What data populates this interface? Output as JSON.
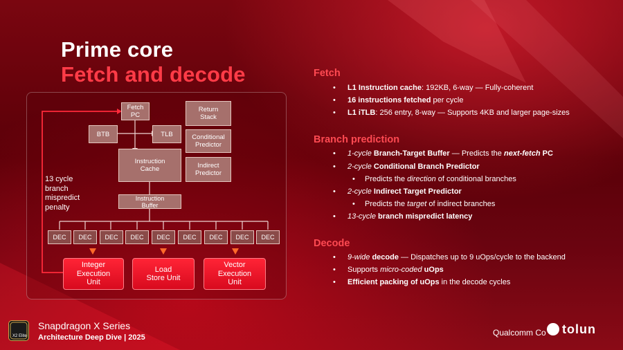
{
  "title": {
    "line1": "Prime core",
    "line2": "Fetch and decode"
  },
  "diagram": {
    "fetch_pc": "Fetch PC",
    "btb": "BTB",
    "tlb": "TLB",
    "return_stack": "Return Stack",
    "conditional_predictor": "Conditional Predictor",
    "indirect_predictor": "Indirect Predictor",
    "instruction_cache": "Instruction Cache",
    "instruction_buffer": "Instruction Buffer",
    "penalty": "13 cycle branch mispredict penalty",
    "decoders": [
      "DEC",
      "DEC",
      "DEC",
      "DEC",
      "DEC",
      "DEC",
      "DEC",
      "DEC",
      "DEC"
    ],
    "units": [
      "Integer Execution Unit",
      "Load Store Unit",
      "Vector Execution Unit"
    ]
  },
  "sections": {
    "fetch": {
      "heading": "Fetch",
      "items": [
        {
          "b": "L1 Instruction cache",
          "t": ": 192KB, 6-way  — Fully-coherent"
        },
        {
          "b": "16 instructions fetched",
          "t": " per cycle"
        },
        {
          "b": "L1 iTLB",
          "t": ": 256 entry, 8-way — Supports 4KB and larger page-sizes"
        }
      ]
    },
    "branch": {
      "heading": "Branch prediction",
      "items": [
        {
          "i": "1-cycle",
          "b": " Branch-Target Buffer",
          "t": " — Predicts the ",
          "bi": "next-fetch",
          "t2": " PC"
        },
        {
          "i": "2-cycle",
          "b": " Conditional Branch Predictor"
        },
        {
          "t": "Predicts the ",
          "i": "direction",
          "t2": " of conditional branches"
        },
        {
          "i": "2-cycle",
          "b": " Indirect Target Predictor"
        },
        {
          "t": "Predicts the ",
          "i": "target",
          "t2": " of indirect branches"
        },
        {
          "i": "13-cycle",
          "b": " branch mispredict latency"
        }
      ]
    },
    "decode": {
      "heading": "Decode",
      "items": [
        {
          "i": "9-wide",
          "b": " decode",
          "t": " — Dispatches up to 9 uOps/cycle to the backend"
        },
        {
          "t": "Supports ",
          "i": "micro-coded",
          "b": " uOps"
        },
        {
          "b": "Efficient packing of uOps",
          "t": " in the decode cycles"
        }
      ]
    }
  },
  "footer": {
    "logo_text": "X2 Elite",
    "brand_line1": "Snapdragon X Series",
    "brand_line2": "Architecture Deep Dive | 2025",
    "company": "Qualcomm Co",
    "watermark": "tolun"
  },
  "colors": {
    "accent_red": "#ff3b47",
    "box_fill": "#a6706c",
    "unit_fill": "#e0142a"
  }
}
